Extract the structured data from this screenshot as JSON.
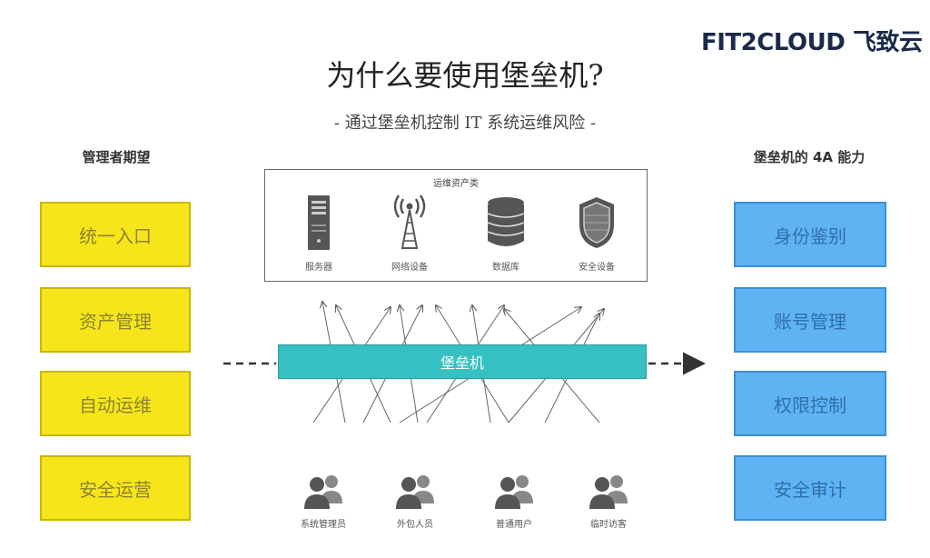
{
  "brand": "FIT2CLOUD 飞致云",
  "title": "为什么要使用堡垒机?",
  "subtitle": "- 通过堡垒机控制 IT 系统运维风险 -",
  "left_column": {
    "heading": "管理者期望",
    "items": [
      "统一入口",
      "资产管理",
      "自动运维",
      "安全运营"
    ]
  },
  "right_column": {
    "heading": "堡垒机的 4A 能力",
    "items": [
      "身份鉴别",
      "账号管理",
      "权限控制",
      "安全审计"
    ]
  },
  "assets": {
    "title": "运维资产类",
    "items": [
      {
        "label": "服务器",
        "icon": "server-icon"
      },
      {
        "label": "网络设备",
        "icon": "network-tower-icon"
      },
      {
        "label": "数据库",
        "icon": "database-icon"
      },
      {
        "label": "安全设备",
        "icon": "shield-icon"
      }
    ]
  },
  "bastion_label": "堡垒机",
  "users": [
    {
      "label": "系统管理员",
      "icon": "users-icon"
    },
    {
      "label": "外包人员",
      "icon": "users-icon"
    },
    {
      "label": "普通用户",
      "icon": "users-icon"
    },
    {
      "label": "临时访客",
      "icon": "users-icon"
    }
  ],
  "colors": {
    "left_box": "#f7e51b",
    "right_box": "#5fb3f3",
    "bastion": "#35c1c2",
    "brand": "#1b2a4a"
  }
}
